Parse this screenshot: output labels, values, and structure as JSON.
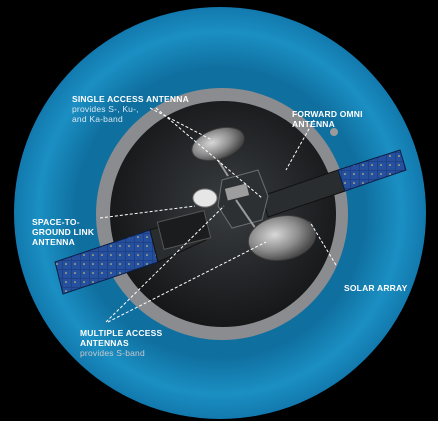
{
  "colors": {
    "background": "#000000",
    "outer_ring": "#1b8fc3",
    "gray_ring": "#8a8c8f",
    "inner_disc": "#202326",
    "leader_line": "#ffffff",
    "solar_cell": "#1f3f86"
  },
  "labels": {
    "single_access": {
      "title": "SINGLE ACCESS ANTENNA",
      "sub": "provides S-, Ku-,\nand Ka-band"
    },
    "forward_omni": {
      "title": "FORWARD OMNI\nANTENNA"
    },
    "space_to_ground": {
      "title": "SPACE-TO-\nGROUND LINK\nANTENNA"
    },
    "solar_array": {
      "title": "SOLAR ARRAY"
    },
    "multiple_access": {
      "title": "MULTIPLE ACCESS\nANTENNAS",
      "sub": "provides S-band"
    }
  }
}
